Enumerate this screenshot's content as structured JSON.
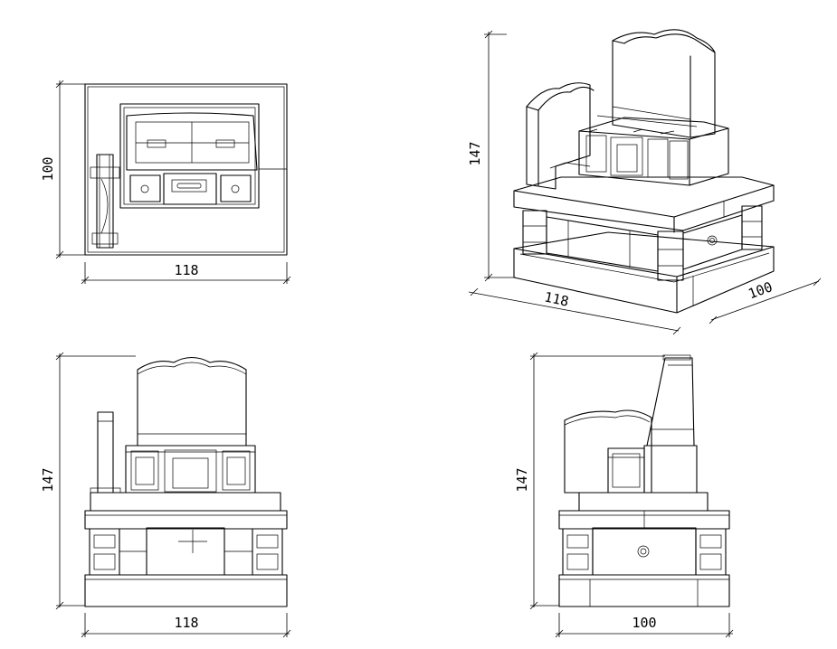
{
  "drawing": {
    "type": "orthographic-cad-drawing",
    "line_color": "#000000",
    "background": "#ffffff"
  },
  "dimensions": {
    "top_view": {
      "width": "118",
      "depth": "100"
    },
    "isometric_view": {
      "height": "147",
      "width": "118",
      "depth": "100"
    },
    "front_view": {
      "height": "147",
      "width": "118"
    },
    "side_view": {
      "height": "147",
      "depth": "100"
    }
  }
}
